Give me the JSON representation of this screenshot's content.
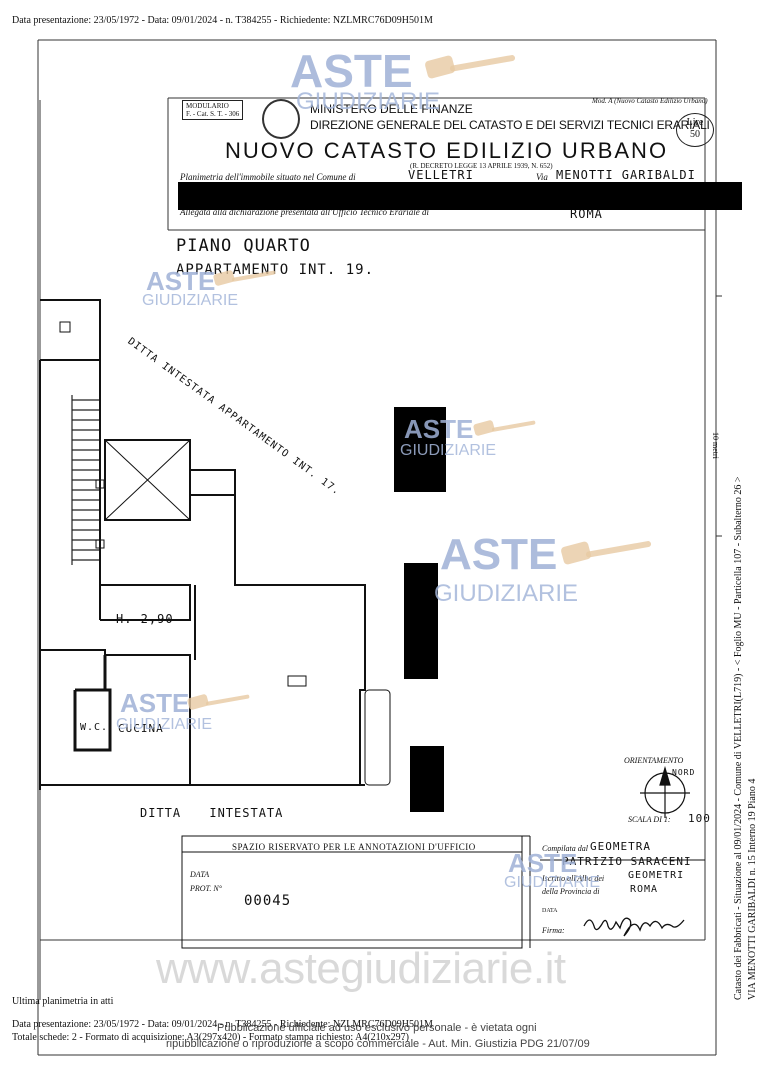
{
  "header": {
    "top_line": "Data presentazione: 23/05/1972 - Data: 09/01/2024 - n. T384255 - Richiedente: NZLMRC76D09H501M"
  },
  "form": {
    "modulario": "MODULARIO",
    "modulario_code": "F. - Cat. S. T. - 306",
    "ministry": "MINISTERO DELLE FINANZE",
    "directorate": "DIREZIONE GENERALE DEL CATASTO E DEI SERVIZI TECNICI ERARIALI",
    "model_label": "Mod. A (Nuovo Catasto Edilizio Urbano)",
    "stamp_lire": "Lire",
    "stamp_value": "50",
    "title": "NUOVO CATASTO EDILIZIO URBANO",
    "decree": "(R. DECRETO LEGGE 13 APRILE 1939, N. 652)",
    "planimetria_label": "Planimetria dell'immobile situato nel Comune di",
    "comune": "VELLETRI",
    "via_label": "Via",
    "via_value": "MENOTTI GARIBALDI",
    "allegata_label": "Allegata alla dichiarazione presentata all'Ufficio Tecnico Erariale di",
    "ufficio": "ROMA"
  },
  "plan": {
    "floor": "PIANO QUARTO",
    "unit": "APPARTAMENTO INT. 19.",
    "neighbor_diag": "DITTA INTESTATA APPARTAMENTO INT. 17.",
    "height": "H. 2,90",
    "wc": "W.C.",
    "kitchen": "CUCINA",
    "neighbor_bottom": "DITTA INTESTATA",
    "orientation": "ORIENTAMENTO",
    "north": "NORD",
    "scale_label": "SCALA DI 1:",
    "scale_value": "100"
  },
  "office_box": {
    "title": "SPAZIO RISERVATO PER LE ANNOTAZIONI D'UFFICIO",
    "data_label": "DATA",
    "prot_label": "PROT. N°",
    "prot_value": "00045"
  },
  "compiler": {
    "compilata_label": "Compilata dal",
    "title": "GEOMETRA",
    "name": "PATRIZIO SARACENI",
    "iscritto_label": "Iscritto all'Albo dei",
    "albo": "GEOMETRI",
    "provincia_label": "della Provincia di",
    "provincia": "ROMA",
    "data_label": "DATA",
    "firma_label": "Firma:"
  },
  "side": {
    "scale_note": "10 metri",
    "line1": "Catasto dei Fabbricati - Situazione al 09/01/2024 - Comune di VELLETRI(L719) - < Foglio MU - Particella 107 - Subalterno 26 >",
    "line2": "VIA MENOTTI GARIBALDI n. 15 Interno 19 Piano 4"
  },
  "footer": {
    "ultima": "Ultima planimetria in atti",
    "line1": "Data presentazione: 23/05/1972 - Data: 09/01/2024 - n. T384255 - Richiedente: NZLMRC76D09H501M",
    "line2": "Totale schede: 2 - Formato di acquisizione: A3(297x420) - Formato stampa richiesto: A4(210x297)",
    "disclaimer1": "Pubblicazione ufficiale ad uso esclusivo personale - è vietata ogni",
    "disclaimer2": "ripubblicazione o riproduzione a scopo commerciale - Aut. Min. Giustizia PDG 21/07/09"
  },
  "watermark": {
    "aste": "ASTE",
    "giudiziarie": "GIUDIZIARIE",
    "site": "www.astegiudiziarie.it"
  }
}
